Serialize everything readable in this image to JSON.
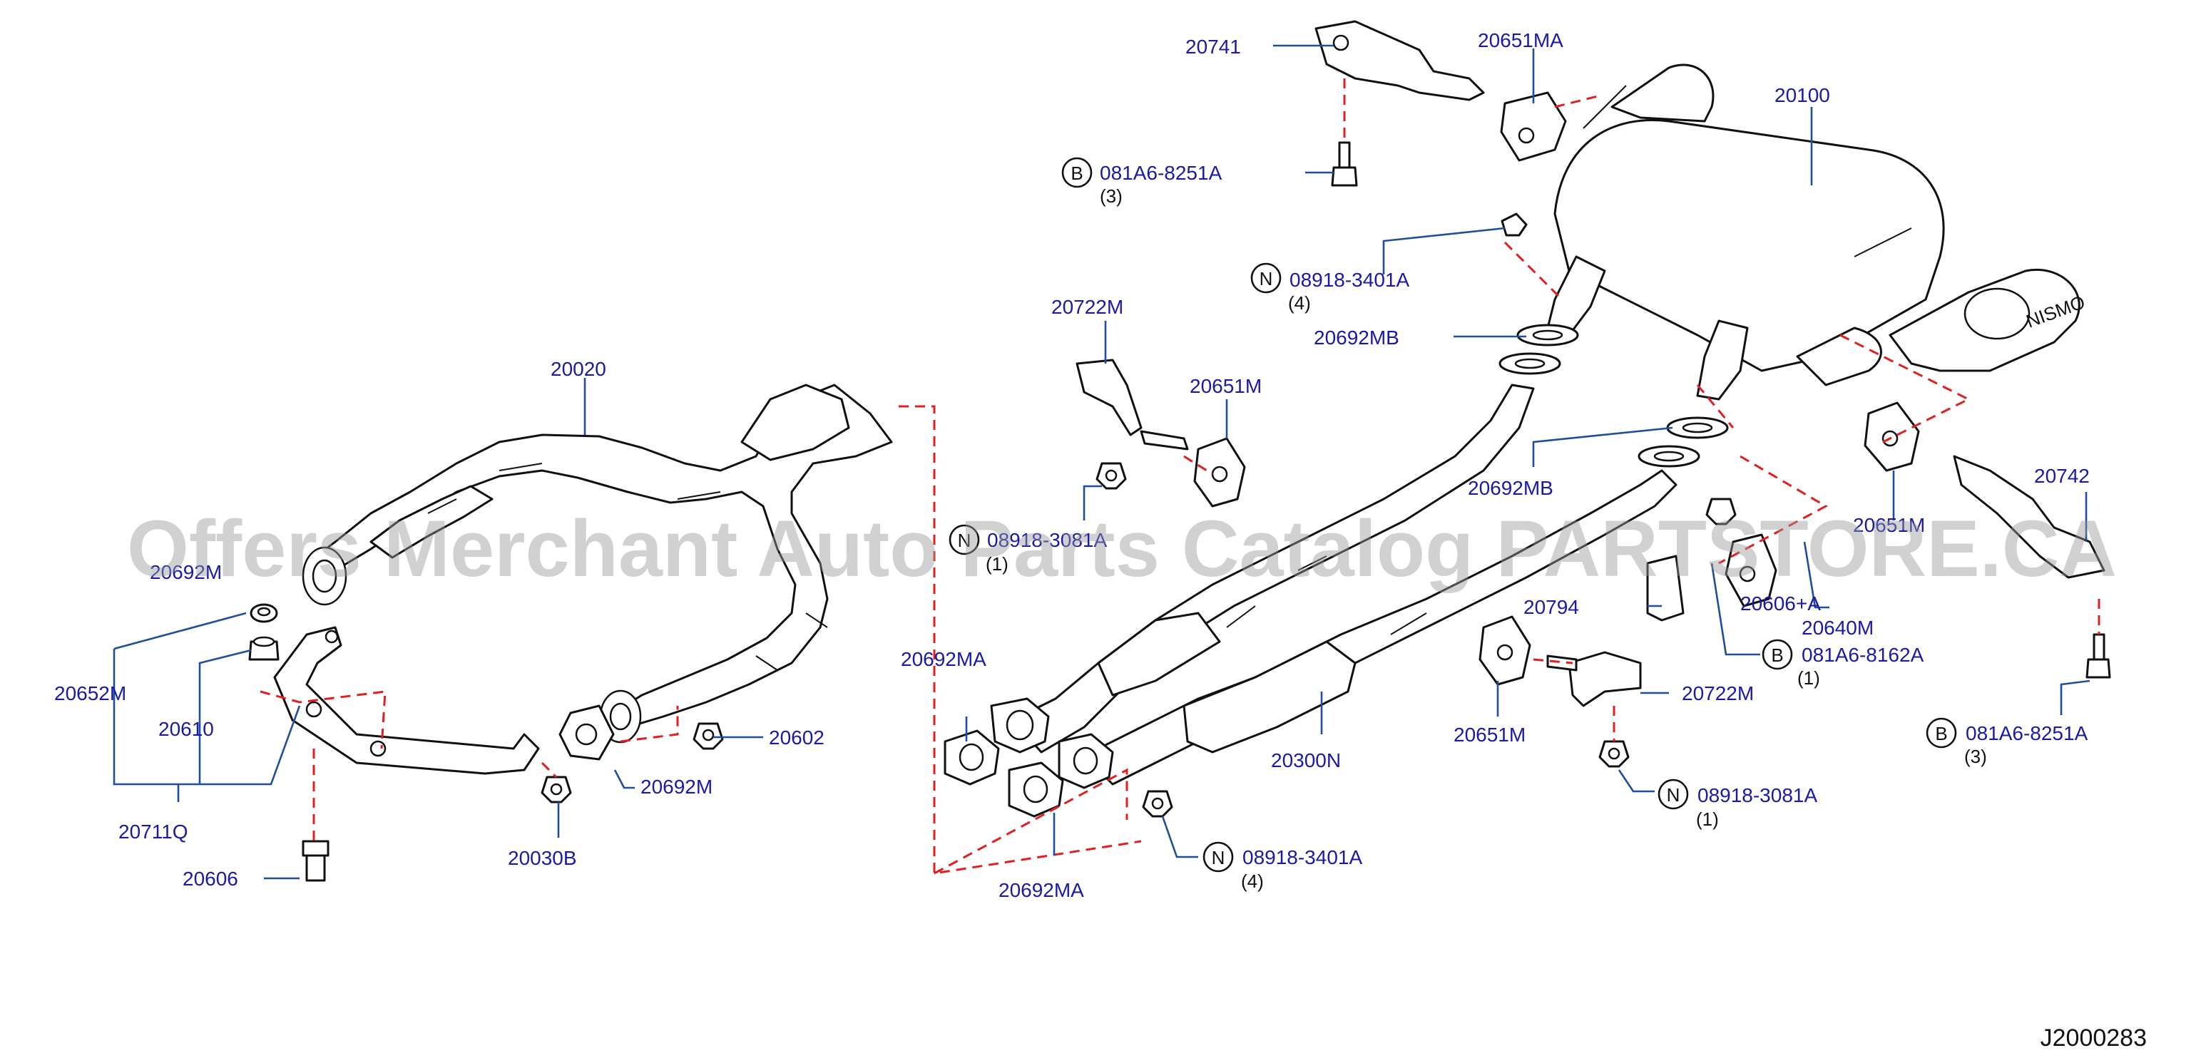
{
  "diagram_id": "J2000283",
  "watermark": "Offers Merchant Auto Parts Catalog PARTSTORE.CA",
  "logo_text": "NISMO",
  "labels": {
    "l20741": "20741",
    "l20651MA": "20651MA",
    "l20100": "20100",
    "l081A6_top": "081A6-8251A",
    "q081A6_top": "(3)",
    "l08918_n4": "08918-3401A",
    "q08918_n4": "(4)",
    "l20692MB_a": "20692MB",
    "l20722M_a": "20722M",
    "l20651M_a": "20651M",
    "l20020": "20020",
    "l20692M_a": "20692M",
    "l08918_n1": "08918-3081A",
    "q08918_n1": "(1)",
    "l20692MB_b": "20692MB",
    "l20742": "20742",
    "l20651M_b": "20651M",
    "l20652M": "20652M",
    "l20610": "20610",
    "l20711Q": "20711Q",
    "l20602": "20602",
    "l20692M_b": "20692M",
    "l20606": "20606",
    "l20030B": "20030B",
    "l20692MA_a": "20692MA",
    "l20692MA_b": "20692MA",
    "l20794": "20794",
    "l20606A": "20606+A",
    "l20640M": "20640M",
    "l081A6_8162A": "081A6-8162A",
    "q081A6_8162A": "(1)",
    "l20300N": "20300N",
    "l20722M_b": "20722M",
    "l20651M_c": "20651M",
    "l08918_n1b": "08918-3081A",
    "q08918_n1b": "(1)",
    "l08918_n4b": "08918-3401A",
    "q08918_n4b": "(4)",
    "l081A6_right": "081A6-8251A",
    "q081A6_right": "(3)"
  },
  "symbols": {
    "bolt": "B",
    "nut": "N"
  }
}
